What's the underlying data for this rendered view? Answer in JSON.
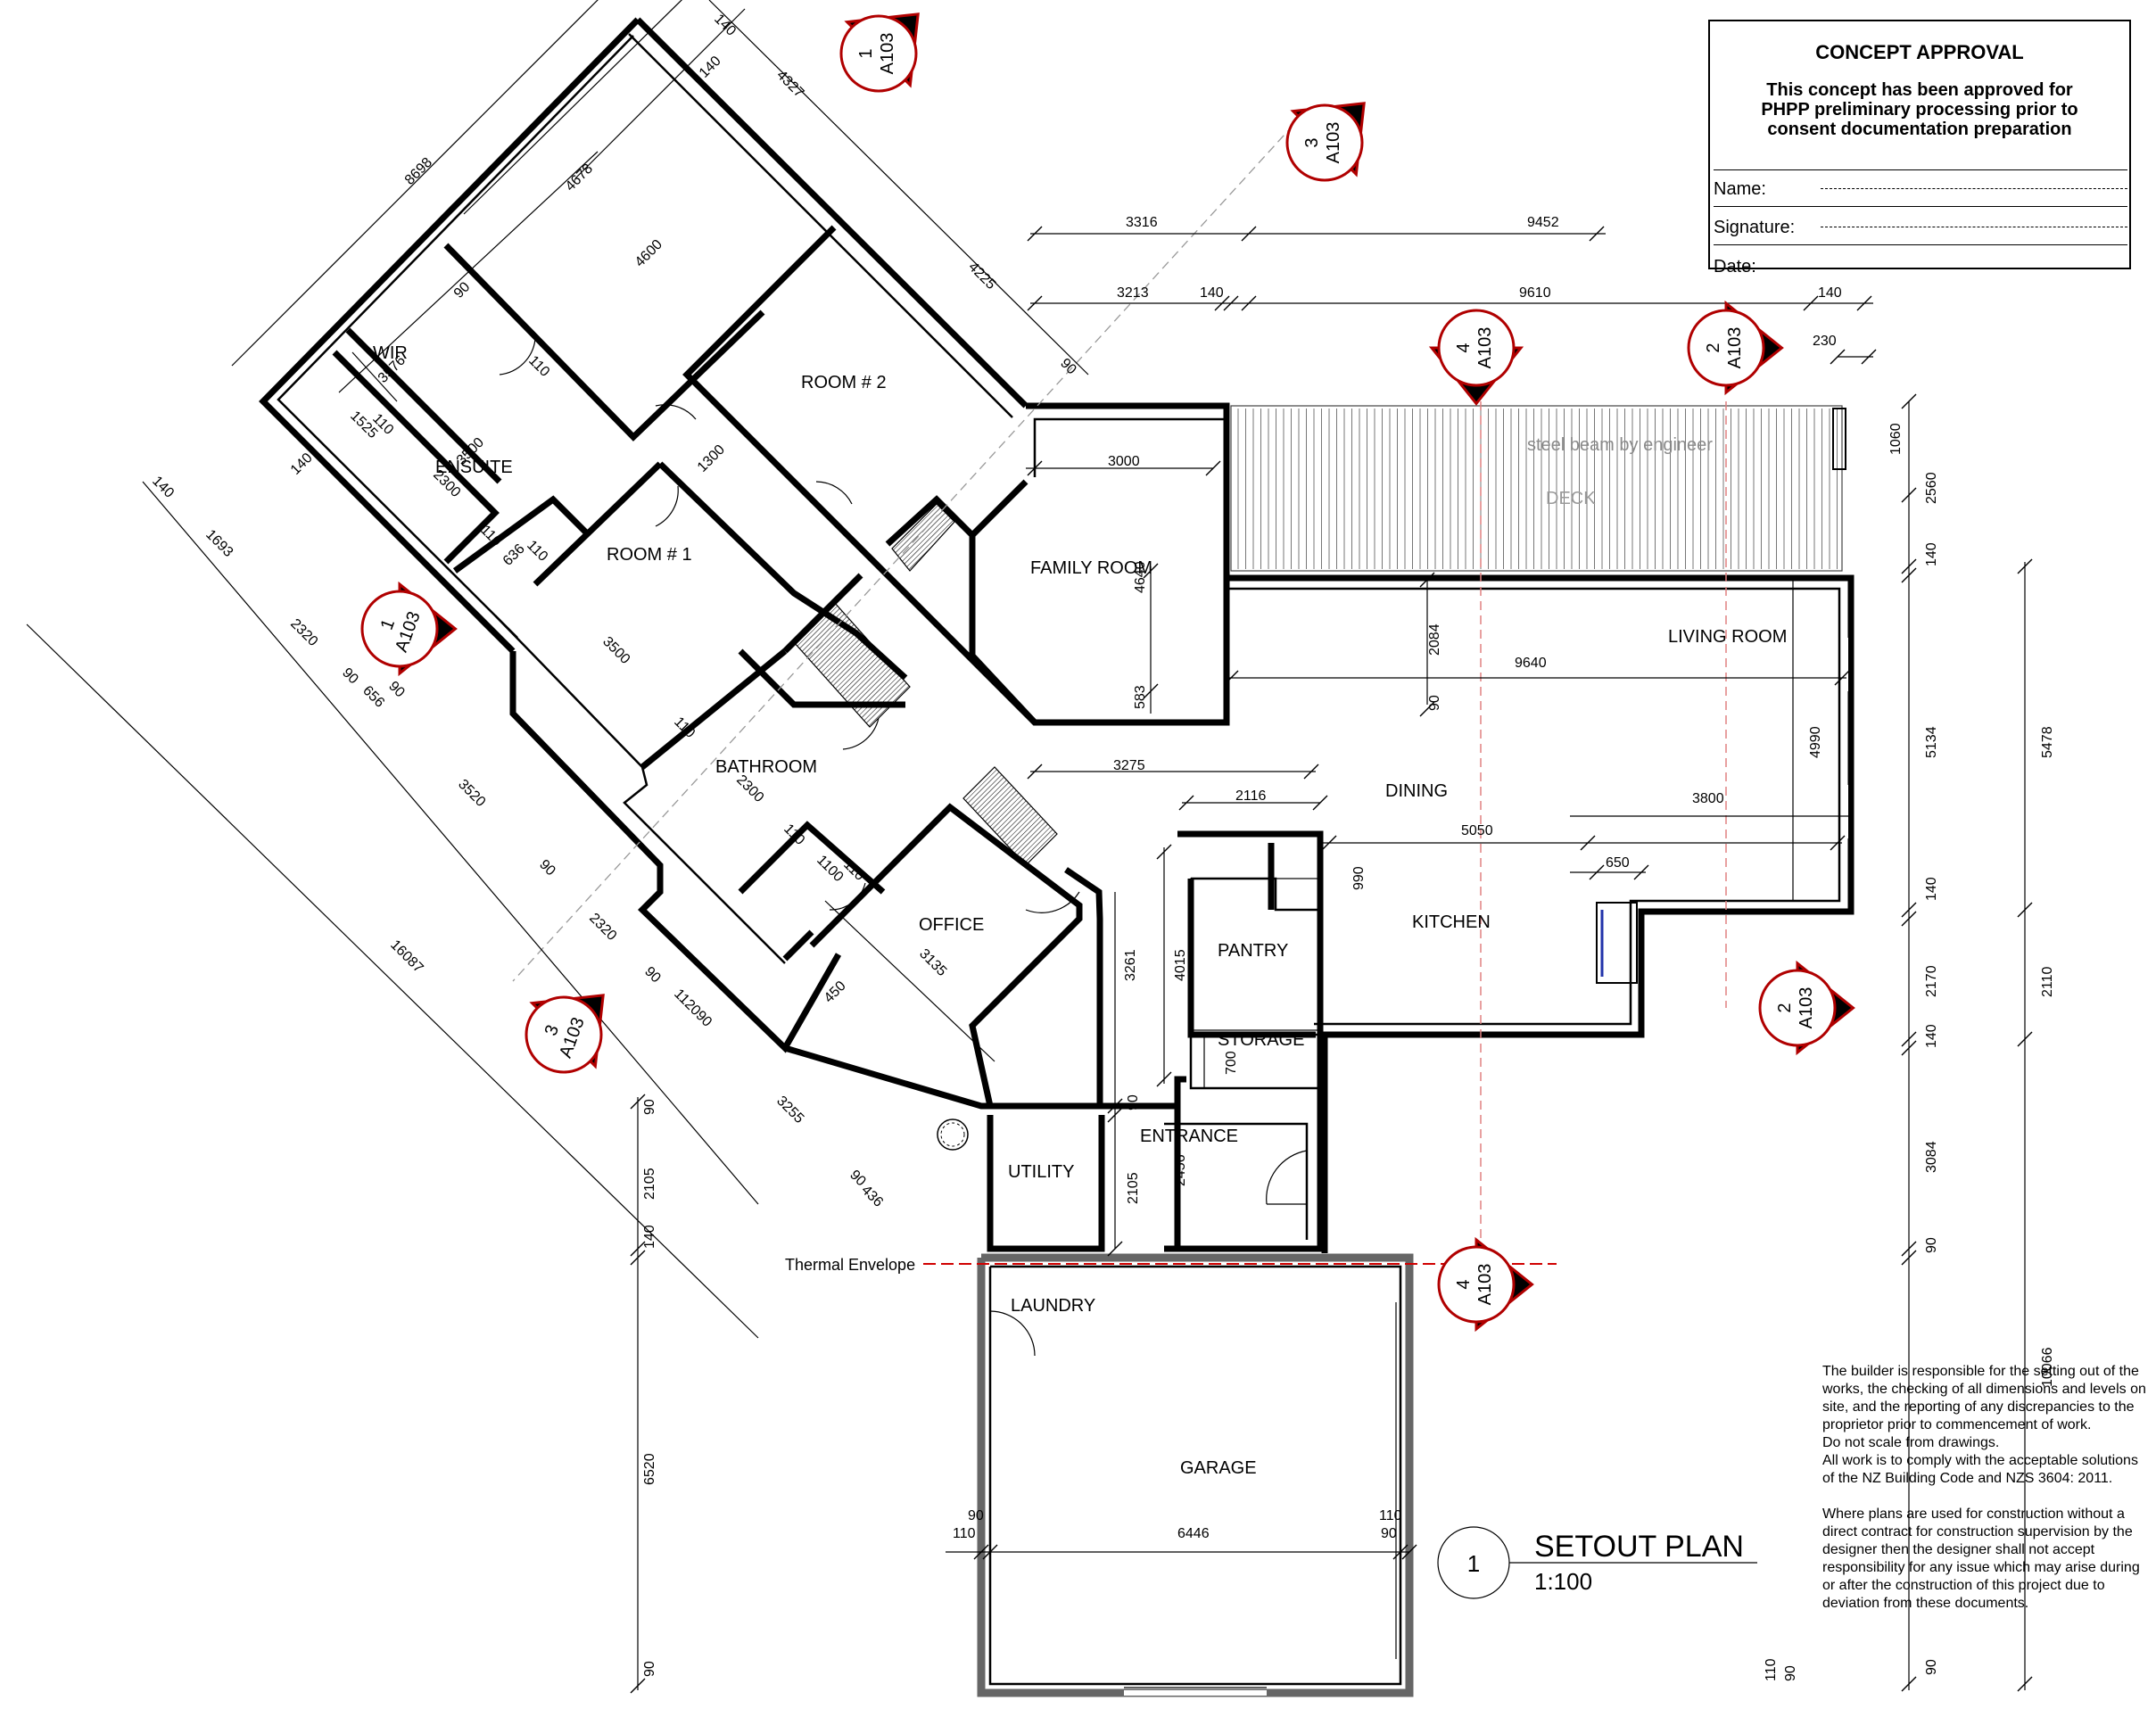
{
  "approval": {
    "title": "CONCEPT APPROVAL",
    "body_line1": "This concept has been approved for",
    "body_line2": "PHPP preliminary processing prior to",
    "body_line3": "consent documentation preparation",
    "name_label": "Name:",
    "signature_label": "Signature:",
    "date_label": "Date:"
  },
  "rooms": {
    "wir": "WIR",
    "ensuite": "ENSUITE",
    "room1": "ROOM # 1",
    "room2": "ROOM # 2",
    "family": "FAMILY ROOM",
    "living": "LIVING ROOM",
    "dining": "DINING",
    "kitchen": "KITCHEN",
    "pantry": "PANTRY",
    "storage": "STORAGE",
    "bathroom": "BATHROOM",
    "office": "OFFICE",
    "utility": "UTILITY",
    "entrance": "ENTRANCE",
    "laundry": "LAUNDRY",
    "garage": "GARAGE",
    "deck": "DECK"
  },
  "annotations": {
    "steel_beam": "steel beam by engineer",
    "thermal": "Thermal Envelope"
  },
  "title_block": {
    "number": "1",
    "name": "SETOUT  PLAN",
    "scale": "1:100"
  },
  "section_sheet": "A103",
  "section_markers": [
    {
      "num": "1"
    },
    {
      "num": "3"
    },
    {
      "num": "4"
    },
    {
      "num": "2"
    },
    {
      "num": "1"
    },
    {
      "num": "3"
    },
    {
      "num": "2"
    },
    {
      "num": "4"
    }
  ],
  "dimensions": {
    "top_3316": "3316",
    "top_9452": "9452",
    "top_3213": "3213",
    "top_140a": "140",
    "top_9610": "9610",
    "top_140b": "140",
    "top_230": "230",
    "r_1060": "1060",
    "r_2560": "2560",
    "r_140a": "140",
    "r_5134": "5134",
    "r_5478": "5478",
    "r_140b": "140",
    "r_2170": "2170",
    "r_2110": "2110",
    "r_140c": "140",
    "r_3084": "3084",
    "r_90a": "90",
    "r_10066": "10066",
    "r_90b": "90",
    "r_110": "110",
    "r_90c": "90",
    "i_3000": "3000",
    "i_4640": "4640",
    "i_583": "583",
    "i_2084": "2084",
    "i_9640": "9640",
    "i_90a": "90",
    "i_4990": "4990",
    "i_3275": "3275",
    "i_2116": "2116",
    "i_3800": "3800",
    "i_5050": "5050",
    "i_990": "990",
    "i_650": "650",
    "i_4015": "4015",
    "i_3261": "3261",
    "i_700": "700",
    "i_90b": "90",
    "i_2105a": "2105",
    "i_2456": "2456",
    "g_90a": "90",
    "g_110a": "110",
    "g_6446": "6446",
    "g_110b": "110",
    "g_90b": "90",
    "l_90a": "90",
    "l_2105": "2105",
    "l_140": "140",
    "l_6520": "6520",
    "l_90b": "90",
    "d_140a": "140",
    "d_4327": "4327",
    "d_140b": "140",
    "d_4678": "4678",
    "d_4600": "4600",
    "d_4225": "4225",
    "d_8698": "8698",
    "d_90a": "90",
    "d_3576": "3576",
    "d_1525": "1525",
    "d_110a": "110",
    "d_110b": "110",
    "d_140c": "140",
    "d_3500a": "3500",
    "d_2300a": "2300",
    "d_1300": "1300",
    "d_110c": "110",
    "d_636": "636",
    "d_110d": "110",
    "d_3500b": "3500",
    "d_110e": "110",
    "d_2300b": "2300",
    "d_110f": "110",
    "d_1100": "1100",
    "d_110g": "110",
    "d_3135": "3135",
    "d_450": "450",
    "d_90b": "90",
    "d_140d": "140",
    "d_1693": "1693",
    "d_2320a": "2320",
    "d_90c": "90",
    "d_656": "656",
    "d_90d": "90",
    "d_3520": "3520",
    "d_90e": "90",
    "d_2320b": "2320",
    "d_90f": "90",
    "d_112090": "112090",
    "d_3255": "3255",
    "d_90g": "90",
    "d_436": "436",
    "d_16087": "16087"
  },
  "notes": {
    "p1": "The builder is responsible for the setting out of the works, the checking of all dimensions and levels on site, and the reporting of any discrepancies to the proprietor prior to commencement of work.",
    "p2": "Do not scale from drawings.",
    "p3": "All work is to comply with the acceptable solutions of the NZ Building Code and NZS 3604: 2011.",
    "p4": "Where plans are used for construction without a direct contract for construction supervision by the designer then the designer shall not accept responsibility for any issue which may arise during or after the construction of this project due to deviation from these documents."
  },
  "colors": {
    "section_marker": "#b00000",
    "thermal_line": "#d00000"
  }
}
